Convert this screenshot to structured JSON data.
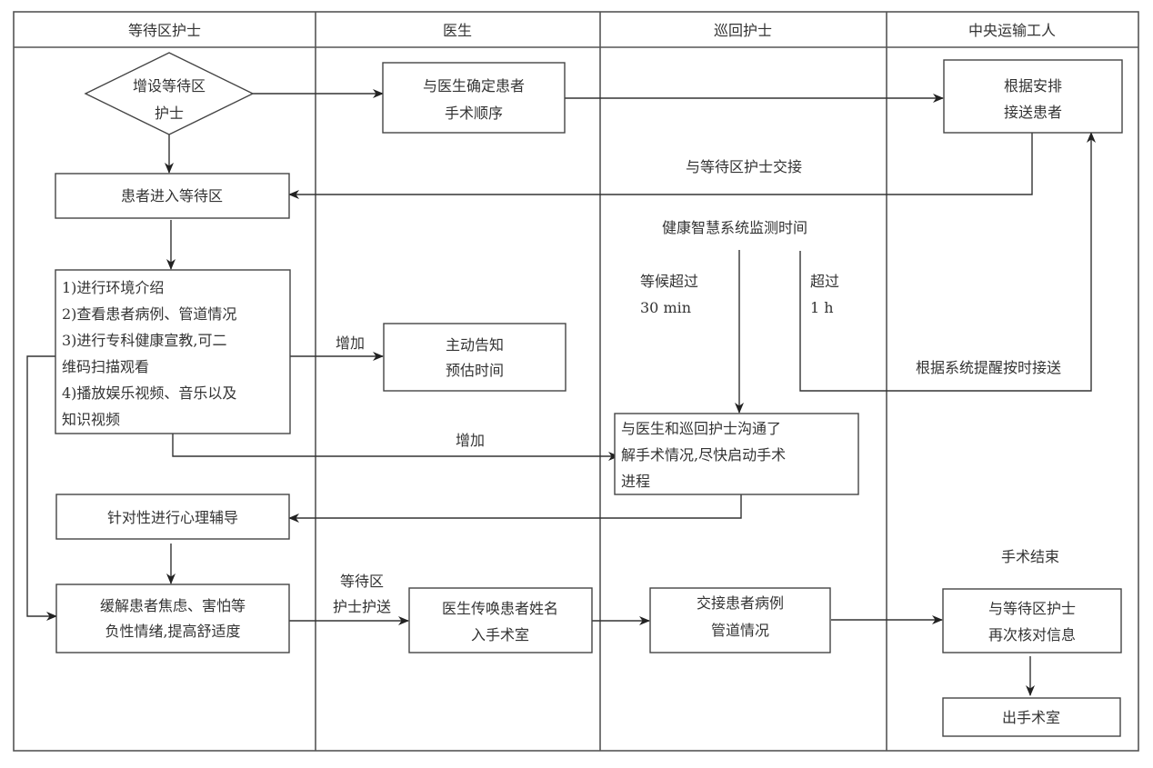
{
  "lanes": [
    {
      "id": "waiting_nurse",
      "title": "等待区护士"
    },
    {
      "id": "doctor",
      "title": "医生"
    },
    {
      "id": "circulating_nurse",
      "title": "巡回护士"
    },
    {
      "id": "transport_worker",
      "title": "中央运输工人"
    }
  ],
  "nodes": {
    "add_nurse": {
      "type": "decision",
      "lines": [
        "增设等待区",
        "护士"
      ]
    },
    "confirm_order": {
      "type": "process",
      "lines": [
        "与医生确定患者",
        "手术顺序"
      ]
    },
    "pickup_patient": {
      "type": "process",
      "lines": [
        "根据安排",
        "接送患者"
      ]
    },
    "enter_waiting": {
      "type": "process",
      "lines": [
        "患者进入等待区"
      ]
    },
    "intro_tasks": {
      "type": "process",
      "lines": [
        "1)进行环境介绍",
        "2)查看患者病例、管道情况",
        "3)进行专科健康宣教,可二",
        "维码扫描观看",
        "4)播放娱乐视频、音乐以及",
        "知识视频"
      ]
    },
    "notify_time": {
      "type": "process",
      "lines": [
        "主动告知",
        "预估时间"
      ]
    },
    "communicate": {
      "type": "process",
      "lines": [
        "与医生和巡回护士沟通了",
        "解手术情况,尽快启动手术",
        "进程"
      ]
    },
    "psych_counsel": {
      "type": "process",
      "lines": [
        "针对性进行心理辅导"
      ]
    },
    "relieve_anxiety": {
      "type": "process",
      "lines": [
        "缓解患者焦虑、害怕等",
        "负性情绪,提高舒适度"
      ]
    },
    "call_patient": {
      "type": "process",
      "lines": [
        "医生传唤患者姓名",
        "入手术室"
      ]
    },
    "handover_records": {
      "type": "process",
      "lines": [
        "交接患者病例",
        "管道情况"
      ]
    },
    "recheck_info": {
      "type": "process",
      "lines": [
        "与等待区护士",
        "再次核对信息"
      ]
    },
    "exit_or": {
      "type": "process",
      "lines": [
        "出手术室"
      ]
    }
  },
  "edge_labels": {
    "handover_waiting_nurse": "与等待区护士交接",
    "system_monitor": "健康智慧系统监测时间",
    "wait_over_30": [
      "等候超过",
      "30  min"
    ],
    "over_1h": [
      "超过",
      "1  h"
    ],
    "system_reminder": "根据系统提醒按时接送",
    "add_1": "增加",
    "add_2": "增加",
    "escort": [
      "等待区",
      "护士护送"
    ],
    "surgery_end": "手术结束"
  }
}
